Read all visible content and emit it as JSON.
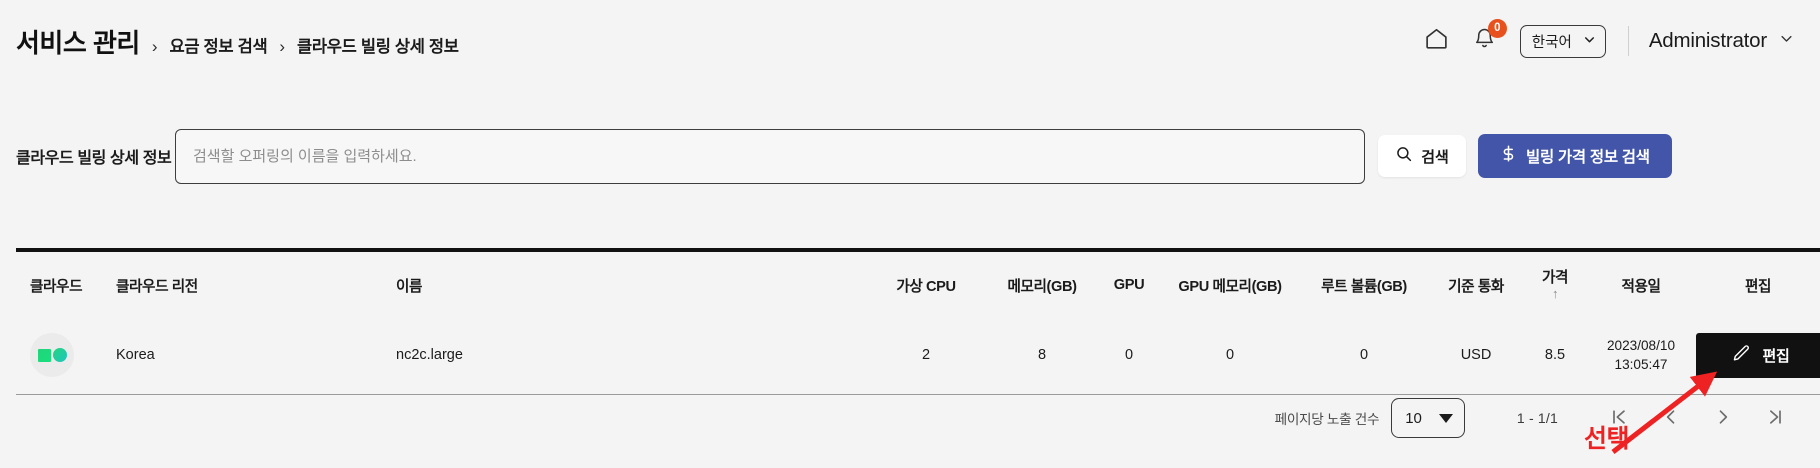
{
  "header": {
    "breadcrumb_root": "서비스 관리",
    "breadcrumb_separator": "›",
    "breadcrumb_items": [
      "요금 정보 검색",
      "클라우드 빌링 상세 정보"
    ],
    "home_icon": "home-icon",
    "bell_icon": "bell-icon",
    "notification_count": "0",
    "language": "한국어",
    "language_chevron": "chevron-down-icon",
    "user": "Administrator",
    "user_chevron": "chevron-down-icon",
    "badge_color": "#e8511d"
  },
  "search": {
    "label": "클라우드 빌링 상세 정보",
    "placeholder": "검색할 오퍼링의 이름을 입력하세요.",
    "value": "",
    "search_button": "검색",
    "search_icon": "magnifier-icon",
    "billing_button": "빌링 가격 정보 검색",
    "billing_icon": "dollar-icon",
    "billing_button_color": "#4255a8"
  },
  "table": {
    "columns": [
      "클라우드",
      "클라우드 리전",
      "이름",
      "가상 CPU",
      "메모리(GB)",
      "GPU",
      "GPU 메모리(GB)",
      "루트 볼륨(GB)",
      "기준 통화",
      "가격",
      "적용일",
      "편집"
    ],
    "sorted_column": "가격",
    "sort_arrow": "↑",
    "rows": [
      {
        "cloud_icon": "cloud-provider-icon",
        "region": "Korea",
        "name": "nc2c.large",
        "vcpu": "2",
        "memory": "8",
        "gpu": "0",
        "gpu_memory": "0",
        "root_volume": "0",
        "currency": "USD",
        "price": "8.5",
        "applied_date": "2023/08/10",
        "applied_time": "13:05:47",
        "edit_label": "편집",
        "edit_icon": "pencil-icon"
      }
    ]
  },
  "pagination": {
    "per_page_label": "페이지당 노출 건수",
    "per_page_value": "10",
    "per_page_chevron": "chevron-down-icon",
    "range": "1 - 1/1",
    "first_icon": "first-page-icon",
    "prev_icon": "prev-page-icon",
    "next_icon": "next-page-icon",
    "last_icon": "last-page-icon"
  },
  "annotation": {
    "text": "선택",
    "color": "#ee2222"
  }
}
